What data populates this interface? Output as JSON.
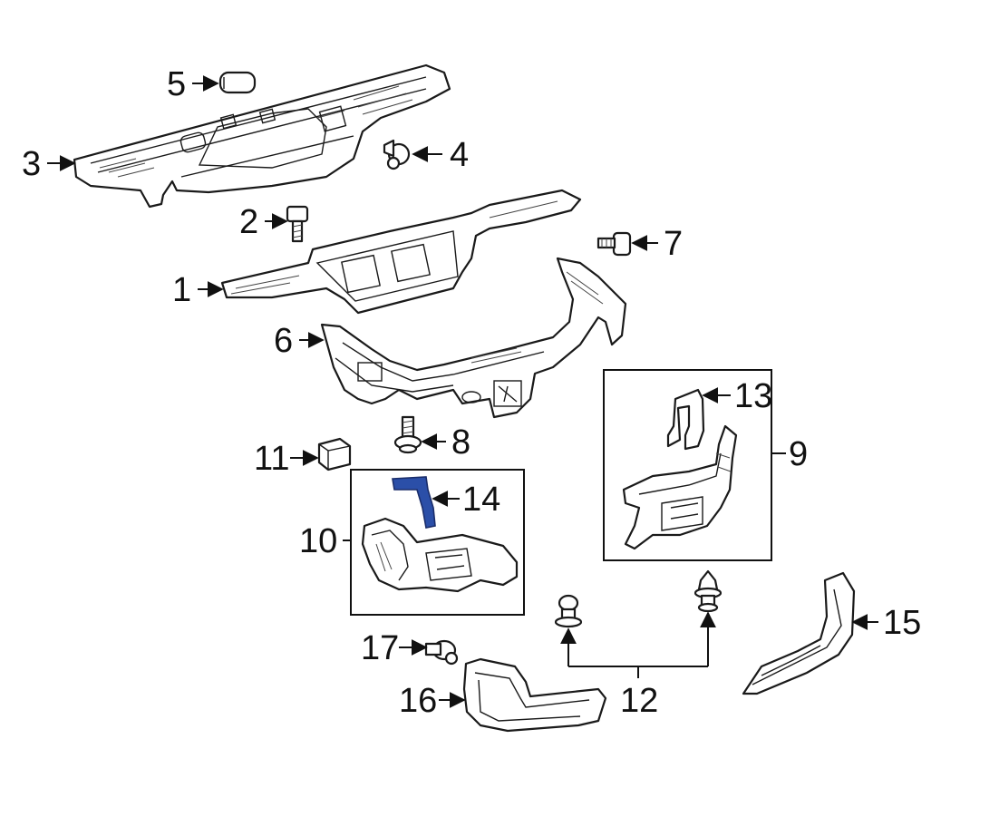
{
  "diagram": {
    "accent_color": "#2b4fa8",
    "callouts": [
      {
        "id": "1",
        "label": "1"
      },
      {
        "id": "2",
        "label": "2"
      },
      {
        "id": "3",
        "label": "3"
      },
      {
        "id": "4",
        "label": "4"
      },
      {
        "id": "5",
        "label": "5"
      },
      {
        "id": "6",
        "label": "6"
      },
      {
        "id": "7",
        "label": "7"
      },
      {
        "id": "8",
        "label": "8"
      },
      {
        "id": "9",
        "label": "9"
      },
      {
        "id": "10",
        "label": "10"
      },
      {
        "id": "11",
        "label": "11"
      },
      {
        "id": "12",
        "label": "12"
      },
      {
        "id": "13",
        "label": "13"
      },
      {
        "id": "14",
        "label": "14"
      },
      {
        "id": "15",
        "label": "15"
      },
      {
        "id": "16",
        "label": "16"
      },
      {
        "id": "17",
        "label": "17"
      }
    ],
    "highlighted_part": "14"
  }
}
